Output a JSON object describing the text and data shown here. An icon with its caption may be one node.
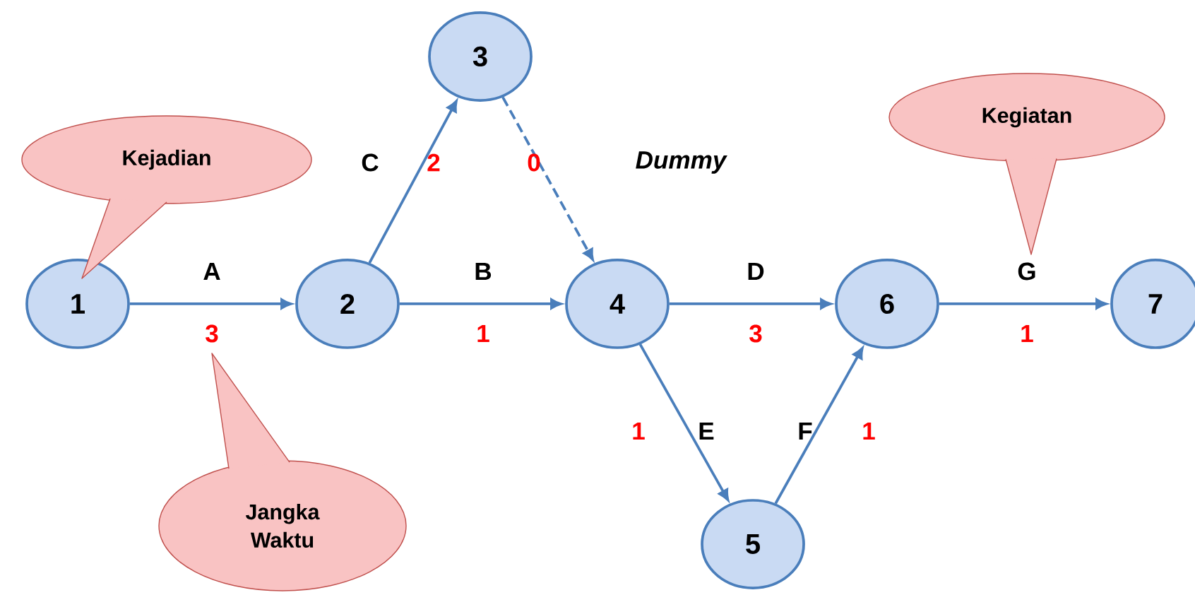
{
  "diagram": {
    "nodes": [
      {
        "text": [
          "1"
        ]
      },
      {
        "text": [
          "2"
        ]
      },
      {
        "text": [
          "3"
        ]
      },
      {
        "text": [
          "4"
        ]
      },
      {
        "text": [
          "5"
        ]
      },
      {
        "text": [
          "6"
        ]
      },
      {
        "text": [
          "7"
        ]
      },
      {
        "text": [
          "Kejadian"
        ]
      },
      {
        "text": [
          "Kegiatan"
        ]
      },
      {
        "text": [
          "Jangka Waktu"
        ]
      }
    ],
    "edges": [
      {
        "from": 0,
        "to": 1,
        "arrow": "to",
        "label": "A"
      },
      {
        "from": 1,
        "to": 2,
        "arrow": "to",
        "label": "C"
      },
      {
        "from": 2,
        "to": 3,
        "arrow": "to",
        "style": "dashed"
      },
      {
        "from": 1,
        "to": 3,
        "arrow": "to",
        "label": "B"
      },
      {
        "from": 3,
        "to": 5,
        "arrow": "to",
        "label": "D"
      },
      {
        "from": 3,
        "to": 4,
        "arrow": "to",
        "label": "E"
      },
      {
        "from": 4,
        "to": 5,
        "arrow": "to",
        "label": "F"
      },
      {
        "from": 5,
        "to": 6,
        "arrow": "to",
        "label": "G"
      }
    ],
    "labels": [
      "2",
      "0",
      "Dummy",
      "3",
      "1",
      "3",
      "1",
      "1",
      "1"
    ]
  }
}
